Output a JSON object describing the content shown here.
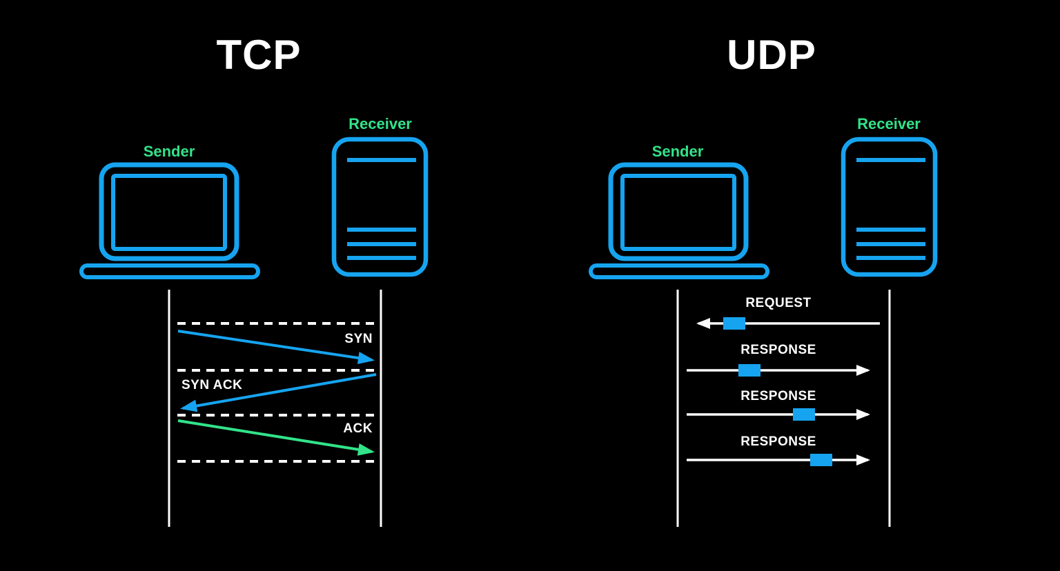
{
  "colors": {
    "background": "#000000",
    "blue": "#16a4f0",
    "green": "#32e389",
    "white": "#ffffff"
  },
  "tcp": {
    "title": "TCP",
    "sender_label": "Sender",
    "receiver_label": "Receiver",
    "messages": [
      {
        "label": "SYN",
        "direction": "right",
        "color": "blue"
      },
      {
        "label": "SYN ACK",
        "direction": "left",
        "color": "blue"
      },
      {
        "label": "ACK",
        "direction": "right",
        "color": "green"
      }
    ]
  },
  "udp": {
    "title": "UDP",
    "sender_label": "Sender",
    "receiver_label": "Receiver",
    "messages": [
      {
        "label": "REQUEST",
        "direction": "left",
        "packet_color": "blue"
      },
      {
        "label": "RESPONSE",
        "direction": "right",
        "packet_color": "blue"
      },
      {
        "label": "RESPONSE",
        "direction": "right",
        "packet_color": "blue"
      },
      {
        "label": "RESPONSE",
        "direction": "right",
        "packet_color": "blue"
      }
    ]
  },
  "icons": {
    "sender": "laptop-icon",
    "receiver": "server-icon"
  }
}
